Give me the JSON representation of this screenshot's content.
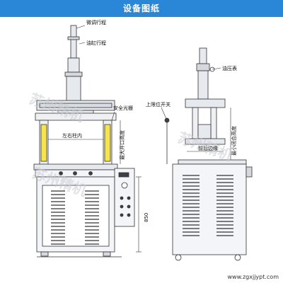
{
  "header": {
    "title": "设备图纸"
  },
  "labels": {
    "fine_stroke": "微调行程",
    "cylinder_stroke": "油缸行程",
    "safety_grating": "安全光栅",
    "column_inner": "左右柱内",
    "max_open_height": "最大开口高度",
    "oil_gauge": "油压表",
    "upper_limit_switch": "上限位开关",
    "front_rear_edge": "前后边缘",
    "min_closed_height": "最小闭合高度",
    "height_850": "850"
  },
  "watermark": {
    "text": "苏州精机"
  },
  "footer": {
    "url": "www.zgxjjypt.com"
  },
  "colors": {
    "header": "#2a86d6",
    "steel": "#e6e9ee",
    "light": "#f3f5f8",
    "yellow": "#f6e44b",
    "dark": "#3b3f46"
  }
}
